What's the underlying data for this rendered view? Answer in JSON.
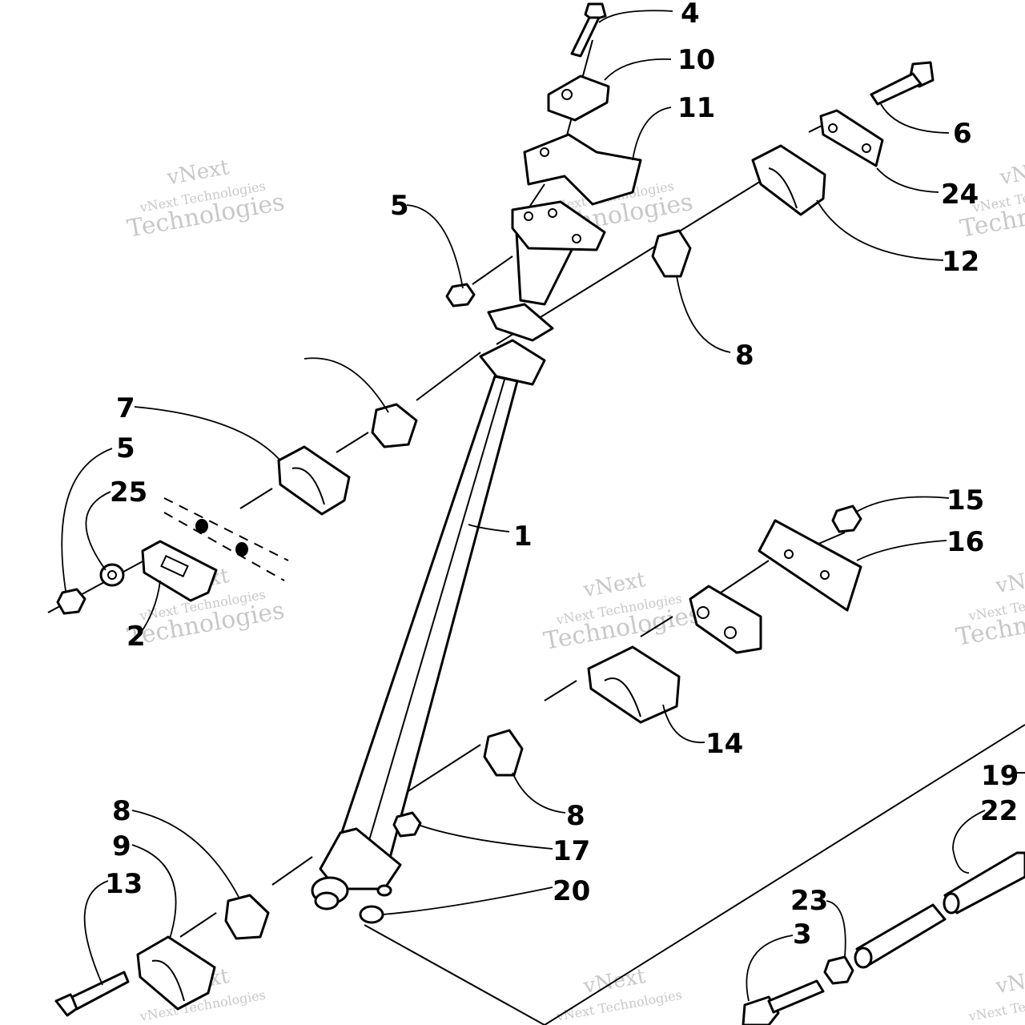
{
  "diagram": {
    "callouts": [
      "4",
      "10",
      "11",
      "6",
      "24",
      "12",
      "5",
      "8",
      "7",
      "5",
      "25",
      "2",
      "1",
      "15",
      "16",
      "14",
      "8",
      "19",
      "22",
      "8",
      "9",
      "13",
      "17",
      "20",
      "23",
      "3"
    ],
    "watermark": {
      "line1": "vNext",
      "line2": "vNext Technologies",
      "line3": "Technologies"
    }
  }
}
